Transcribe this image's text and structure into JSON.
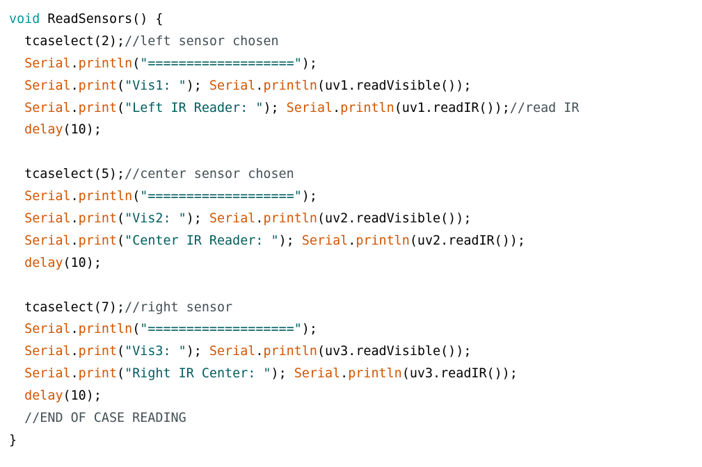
{
  "colors": {
    "keyword": "#00979c",
    "function": "#d35400",
    "string": "#005c5f",
    "comment": "#434f54",
    "plain": "#000000",
    "background": "#ffffff"
  },
  "lines": [
    [
      {
        "t": "kw",
        "v": "void"
      },
      {
        "t": "pl",
        "v": " ReadSensors() {"
      }
    ],
    [
      {
        "t": "pl",
        "v": "  tcaselect(2);"
      },
      {
        "t": "cm",
        "v": "//left sensor chosen"
      }
    ],
    [
      {
        "t": "pl",
        "v": "  "
      },
      {
        "t": "fn",
        "v": "Serial"
      },
      {
        "t": "pl",
        "v": "."
      },
      {
        "t": "fn",
        "v": "println"
      },
      {
        "t": "pl",
        "v": "("
      },
      {
        "t": "str",
        "v": "\"===================\""
      },
      {
        "t": "pl",
        "v": ");"
      }
    ],
    [
      {
        "t": "pl",
        "v": "  "
      },
      {
        "t": "fn",
        "v": "Serial"
      },
      {
        "t": "pl",
        "v": "."
      },
      {
        "t": "fn",
        "v": "print"
      },
      {
        "t": "pl",
        "v": "("
      },
      {
        "t": "str",
        "v": "\"Vis1: \""
      },
      {
        "t": "pl",
        "v": "); "
      },
      {
        "t": "fn",
        "v": "Serial"
      },
      {
        "t": "pl",
        "v": "."
      },
      {
        "t": "fn",
        "v": "println"
      },
      {
        "t": "pl",
        "v": "(uv1.readVisible());"
      }
    ],
    [
      {
        "t": "pl",
        "v": "  "
      },
      {
        "t": "fn",
        "v": "Serial"
      },
      {
        "t": "pl",
        "v": "."
      },
      {
        "t": "fn",
        "v": "print"
      },
      {
        "t": "pl",
        "v": "("
      },
      {
        "t": "str",
        "v": "\"Left IR Reader: \""
      },
      {
        "t": "pl",
        "v": "); "
      },
      {
        "t": "fn",
        "v": "Serial"
      },
      {
        "t": "pl",
        "v": "."
      },
      {
        "t": "fn",
        "v": "println"
      },
      {
        "t": "pl",
        "v": "(uv1.readIR());"
      },
      {
        "t": "cm",
        "v": "//read IR"
      }
    ],
    [
      {
        "t": "pl",
        "v": "  "
      },
      {
        "t": "fn",
        "v": "delay"
      },
      {
        "t": "pl",
        "v": "(10);"
      }
    ],
    [
      {
        "t": "pl",
        "v": ""
      }
    ],
    [
      {
        "t": "pl",
        "v": "  tcaselect(5);"
      },
      {
        "t": "cm",
        "v": "//center sensor chosen"
      }
    ],
    [
      {
        "t": "pl",
        "v": "  "
      },
      {
        "t": "fn",
        "v": "Serial"
      },
      {
        "t": "pl",
        "v": "."
      },
      {
        "t": "fn",
        "v": "println"
      },
      {
        "t": "pl",
        "v": "("
      },
      {
        "t": "str",
        "v": "\"===================\""
      },
      {
        "t": "pl",
        "v": ");"
      }
    ],
    [
      {
        "t": "pl",
        "v": "  "
      },
      {
        "t": "fn",
        "v": "Serial"
      },
      {
        "t": "pl",
        "v": "."
      },
      {
        "t": "fn",
        "v": "print"
      },
      {
        "t": "pl",
        "v": "("
      },
      {
        "t": "str",
        "v": "\"Vis2: \""
      },
      {
        "t": "pl",
        "v": "); "
      },
      {
        "t": "fn",
        "v": "Serial"
      },
      {
        "t": "pl",
        "v": "."
      },
      {
        "t": "fn",
        "v": "println"
      },
      {
        "t": "pl",
        "v": "(uv2.readVisible());"
      }
    ],
    [
      {
        "t": "pl",
        "v": "  "
      },
      {
        "t": "fn",
        "v": "Serial"
      },
      {
        "t": "pl",
        "v": "."
      },
      {
        "t": "fn",
        "v": "print"
      },
      {
        "t": "pl",
        "v": "("
      },
      {
        "t": "str",
        "v": "\"Center IR Reader: \""
      },
      {
        "t": "pl",
        "v": "); "
      },
      {
        "t": "fn",
        "v": "Serial"
      },
      {
        "t": "pl",
        "v": "."
      },
      {
        "t": "fn",
        "v": "println"
      },
      {
        "t": "pl",
        "v": "(uv2.readIR());"
      }
    ],
    [
      {
        "t": "pl",
        "v": "  "
      },
      {
        "t": "fn",
        "v": "delay"
      },
      {
        "t": "pl",
        "v": "(10);"
      }
    ],
    [
      {
        "t": "pl",
        "v": ""
      }
    ],
    [
      {
        "t": "pl",
        "v": "  tcaselect(7);"
      },
      {
        "t": "cm",
        "v": "//right sensor"
      }
    ],
    [
      {
        "t": "pl",
        "v": "  "
      },
      {
        "t": "fn",
        "v": "Serial"
      },
      {
        "t": "pl",
        "v": "."
      },
      {
        "t": "fn",
        "v": "println"
      },
      {
        "t": "pl",
        "v": "("
      },
      {
        "t": "str",
        "v": "\"===================\""
      },
      {
        "t": "pl",
        "v": ");"
      }
    ],
    [
      {
        "t": "pl",
        "v": "  "
      },
      {
        "t": "fn",
        "v": "Serial"
      },
      {
        "t": "pl",
        "v": "."
      },
      {
        "t": "fn",
        "v": "print"
      },
      {
        "t": "pl",
        "v": "("
      },
      {
        "t": "str",
        "v": "\"Vis3: \""
      },
      {
        "t": "pl",
        "v": "); "
      },
      {
        "t": "fn",
        "v": "Serial"
      },
      {
        "t": "pl",
        "v": "."
      },
      {
        "t": "fn",
        "v": "println"
      },
      {
        "t": "pl",
        "v": "(uv3.readVisible());"
      }
    ],
    [
      {
        "t": "pl",
        "v": "  "
      },
      {
        "t": "fn",
        "v": "Serial"
      },
      {
        "t": "pl",
        "v": "."
      },
      {
        "t": "fn",
        "v": "print"
      },
      {
        "t": "pl",
        "v": "("
      },
      {
        "t": "str",
        "v": "\"Right IR Center: \""
      },
      {
        "t": "pl",
        "v": "); "
      },
      {
        "t": "fn",
        "v": "Serial"
      },
      {
        "t": "pl",
        "v": "."
      },
      {
        "t": "fn",
        "v": "println"
      },
      {
        "t": "pl",
        "v": "(uv3.readIR());"
      }
    ],
    [
      {
        "t": "pl",
        "v": "  "
      },
      {
        "t": "fn",
        "v": "delay"
      },
      {
        "t": "pl",
        "v": "(10);"
      }
    ],
    [
      {
        "t": "pl",
        "v": "  "
      },
      {
        "t": "cm",
        "v": "//END OF CASE READING"
      }
    ],
    [
      {
        "t": "pl",
        "v": "}"
      }
    ]
  ]
}
